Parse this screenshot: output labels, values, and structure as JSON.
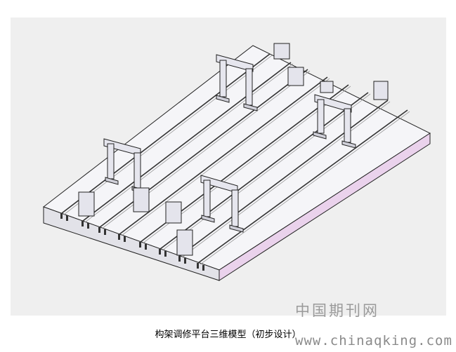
{
  "figure": {
    "caption": "构架调修平台三维模型（初步设计）",
    "watermark_site": "中国期刊网",
    "watermark_url": "www.chinaqking.com",
    "colors": {
      "background": "#ffffff",
      "backdrop": "#eeeeee",
      "platform_top": "#f4f4f8",
      "platform_front": "#dfdfe6",
      "platform_side": "#e6cfe8",
      "rail": "#3a3a3a",
      "outline": "#222222"
    },
    "icons": [
      "gantry-frame-icon",
      "clamp-block-icon"
    ]
  }
}
